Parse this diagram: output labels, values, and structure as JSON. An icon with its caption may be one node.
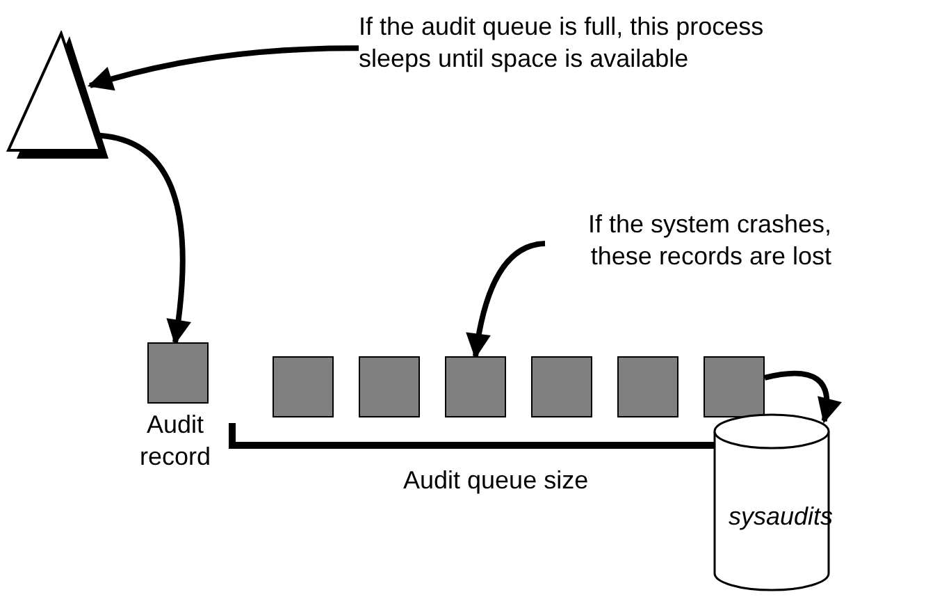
{
  "diagram": {
    "nodes": [
      {
        "text": [],
        "shape": "triangle"
      },
      {
        "text": [
          "If the audit queue is full, this process sleeps until space is available"
        ]
      },
      {
        "text": [
          "Audit record"
        ]
      },
      {
        "text": [],
        "shape": "box"
      },
      {
        "text": [],
        "shape": "box"
      },
      {
        "text": [],
        "shape": "box"
      },
      {
        "text": [],
        "shape": "box"
      },
      {
        "text": [],
        "shape": "box"
      },
      {
        "text": [],
        "shape": "box"
      },
      {
        "text": [
          "If the system crashes, these records are lost"
        ]
      },
      {
        "text": [
          "sysaudits"
        ]
      }
    ],
    "edges": [
      {
        "from": 1,
        "to": 0,
        "arrow": "to"
      },
      {
        "from": 0,
        "to": 2,
        "arrow": "to"
      },
      {
        "from": 9,
        "to": 5,
        "arrow": "to"
      },
      {
        "from": 8,
        "to": 10,
        "arrow": "to"
      }
    ],
    "labels": [
      "Audit queue size"
    ]
  }
}
